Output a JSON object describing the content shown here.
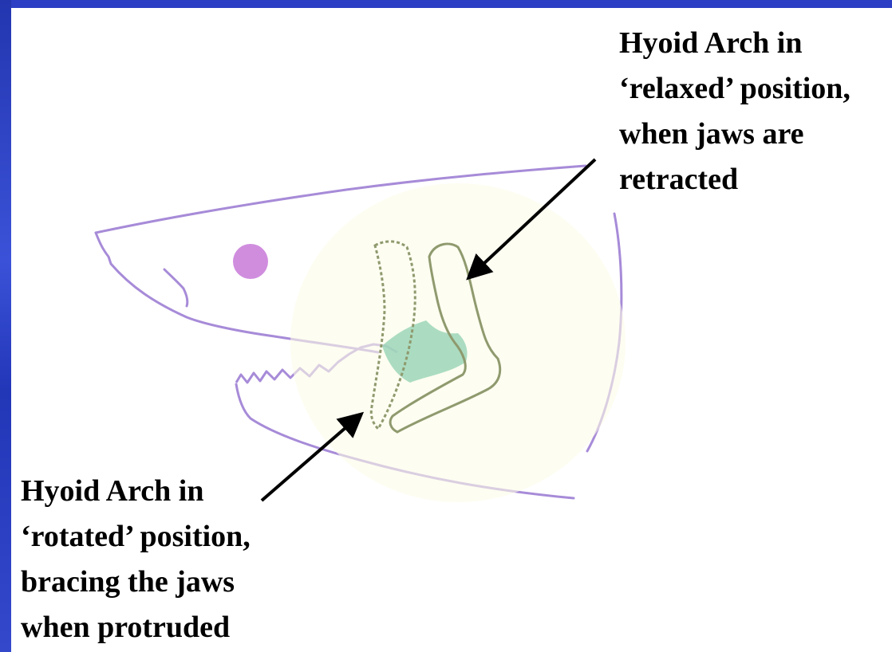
{
  "colors": {
    "background_frame": "#2a3fc8",
    "canvas": "#ffffff",
    "shark_outline": "#a78bd8",
    "eye": "#c879d8",
    "hyoid_outline": "#8f9a6e",
    "muscle_patch": "#8fd0b0",
    "arrow": "#000000",
    "label_text": "#000000"
  },
  "labels": {
    "relaxed": {
      "line1": "Hyoid Arch in",
      "line2": "‘relaxed’ position,",
      "line3": "when jaws are",
      "line4": "retracted"
    },
    "rotated": {
      "line1": "Hyoid Arch in",
      "line2": "‘rotated’ position,",
      "line3": "bracing the jaws",
      "line4": "when protruded"
    }
  },
  "icons": {
    "arrow_relaxed": "arrow-pointer-icon",
    "arrow_rotated": "arrow-pointer-icon"
  }
}
